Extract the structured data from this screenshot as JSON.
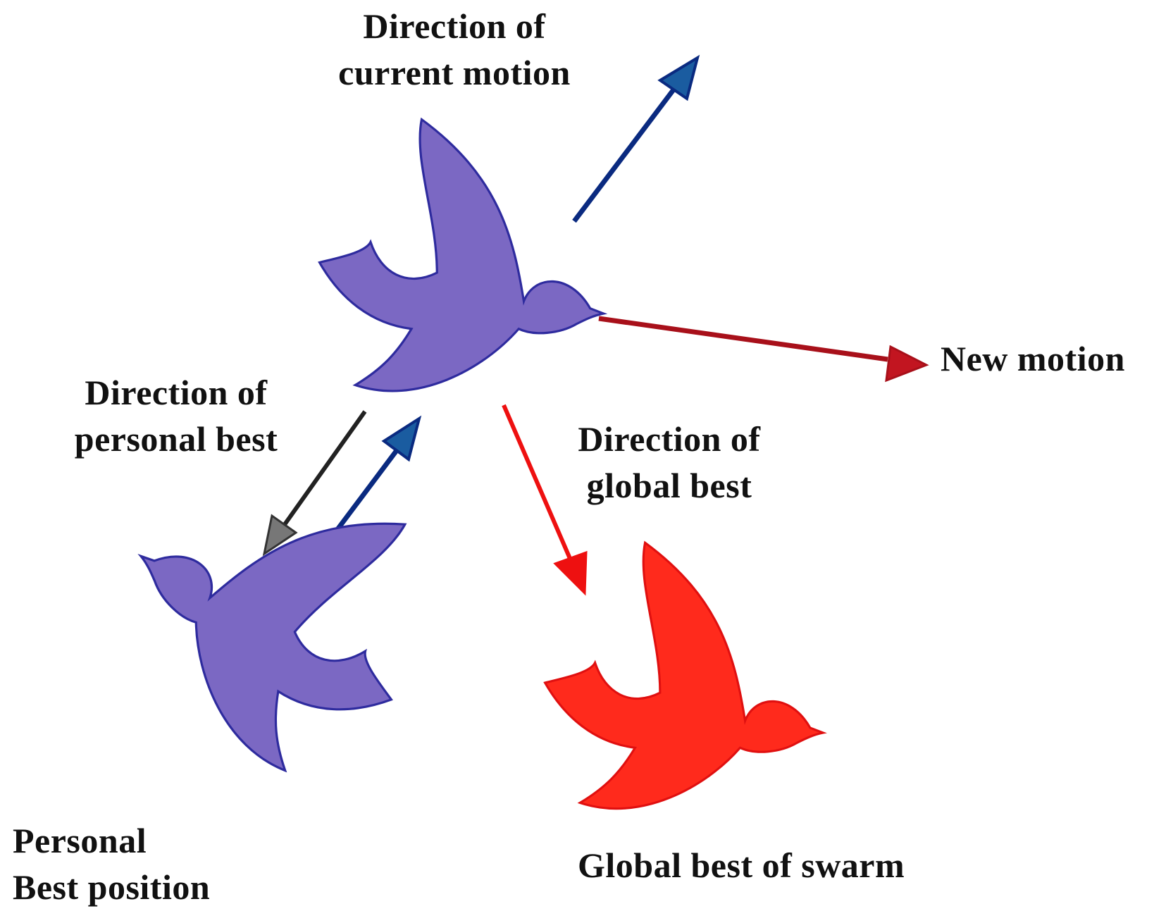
{
  "labels": {
    "current_motion": [
      "Direction of",
      "current motion"
    ],
    "new_motion": "New motion",
    "personal_best_direction": [
      "Direction of",
      "personal best"
    ],
    "global_best_direction": [
      "Direction of",
      "global best"
    ],
    "personal_best_position": [
      "Personal",
      "Best position"
    ],
    "global_best_swarm": "Global best of swarm"
  },
  "colors": {
    "bird_main": "#7b68c3",
    "bird_outline": "#2e2b9e",
    "bird_global": "#ff2a1c",
    "bird_global_outline": "#e01010",
    "arrow_current_motion": "#0a2a80",
    "arrow_current_head": "#1a5ca0",
    "arrow_new_motion": "#a8101a",
    "arrow_personal_best": "#222222",
    "arrow_personal_head": "#777777",
    "arrow_global_best": "#ee1010"
  }
}
